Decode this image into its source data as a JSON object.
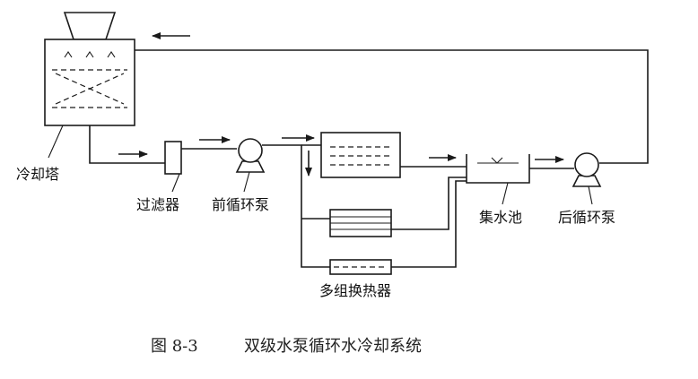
{
  "labels": {
    "cooling_tower": "冷却塔",
    "filter": "过滤器",
    "front_pump": "前循环泵",
    "collection_pool": "集水池",
    "rear_pump": "后循环泵",
    "heat_exchangers": "多组换热器"
  },
  "caption": {
    "number": "图 8-3",
    "title": "双级水泵循环水冷却系统"
  }
}
